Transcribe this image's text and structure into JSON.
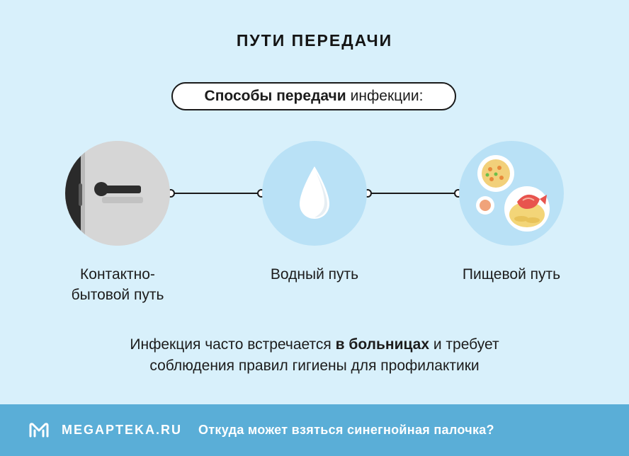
{
  "header": {
    "title": "ПУТИ ПЕРЕДАЧИ"
  },
  "subtitle": {
    "bold": "Способы передачи",
    "rest": "инфекции:"
  },
  "routes": [
    {
      "icon": "door-handle-icon",
      "label_line1": "Контактно-",
      "label_line2": "бытовой путь"
    },
    {
      "icon": "water-drop-icon",
      "label_line1": "Водный путь"
    },
    {
      "icon": "food-plates-icon",
      "label_line1": "Пищевой путь"
    }
  ],
  "description": {
    "part1": "Инфекция часто встречается",
    "bold": "в больницах",
    "part2": "и требует",
    "line2": "соблюдения правил гигиены для профилактики"
  },
  "footer": {
    "brand": "MEGAPTEKA.RU",
    "question": "Откуда может взяться синегнойная палочка?"
  },
  "colors": {
    "background": "#d8f0fb",
    "footer": "#5aaed7",
    "circle_blue": "#b9e1f6",
    "circle_gray": "#d6d6d6"
  }
}
